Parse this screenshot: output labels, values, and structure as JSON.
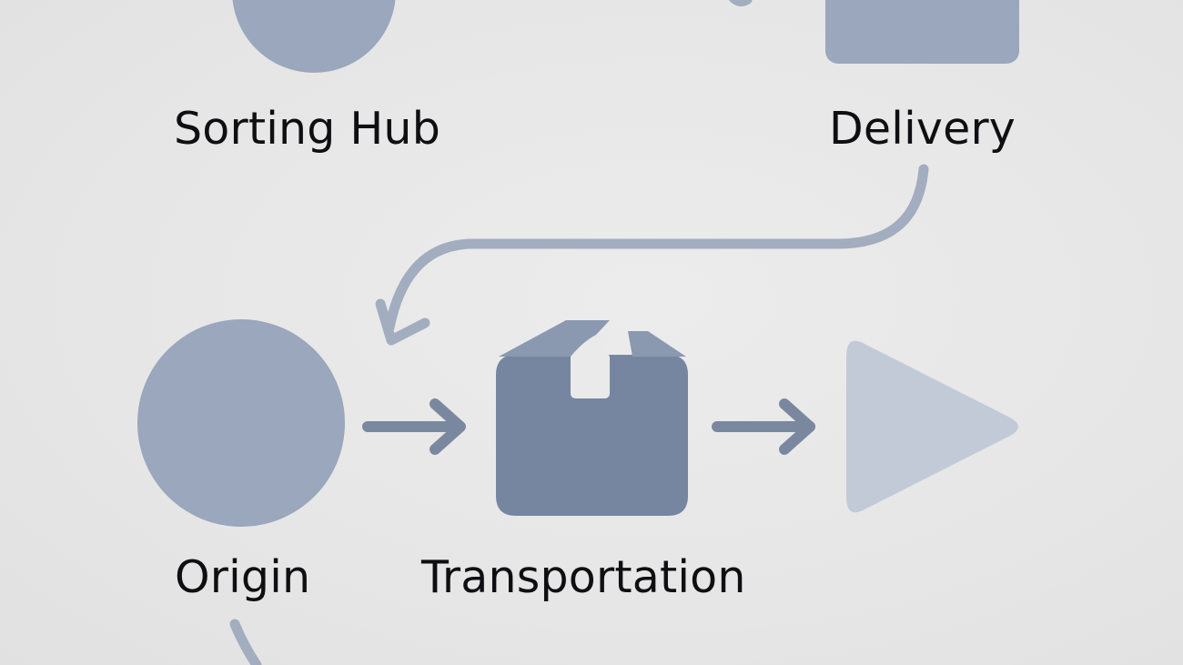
{
  "diagram": {
    "nodes": {
      "sorting_hub": {
        "label": "Sorting Hub",
        "shape": "circle"
      },
      "delivery": {
        "label": "Delivery",
        "shape": "rounded-square"
      },
      "origin": {
        "label": "Origin",
        "shape": "circle"
      },
      "transportation": {
        "label": "Transportation",
        "shape": "package-box"
      },
      "destination": {
        "label": "",
        "shape": "play-triangle"
      }
    },
    "edges": [
      {
        "from": "Delivery",
        "to": "Origin",
        "style": "curved-arrow"
      },
      {
        "from": "Origin",
        "to": "Transportation",
        "style": "arrow"
      },
      {
        "from": "Transportation",
        "to": "destination",
        "style": "arrow"
      }
    ],
    "colors": {
      "background": "#e8e8e8",
      "node_light": "#9aa7bc",
      "node_dark": "#7686a0",
      "node_pale": "#c3cad7",
      "connector": "#a2adc0",
      "arrow": "#7a889f",
      "text": "#0f0f12"
    }
  }
}
